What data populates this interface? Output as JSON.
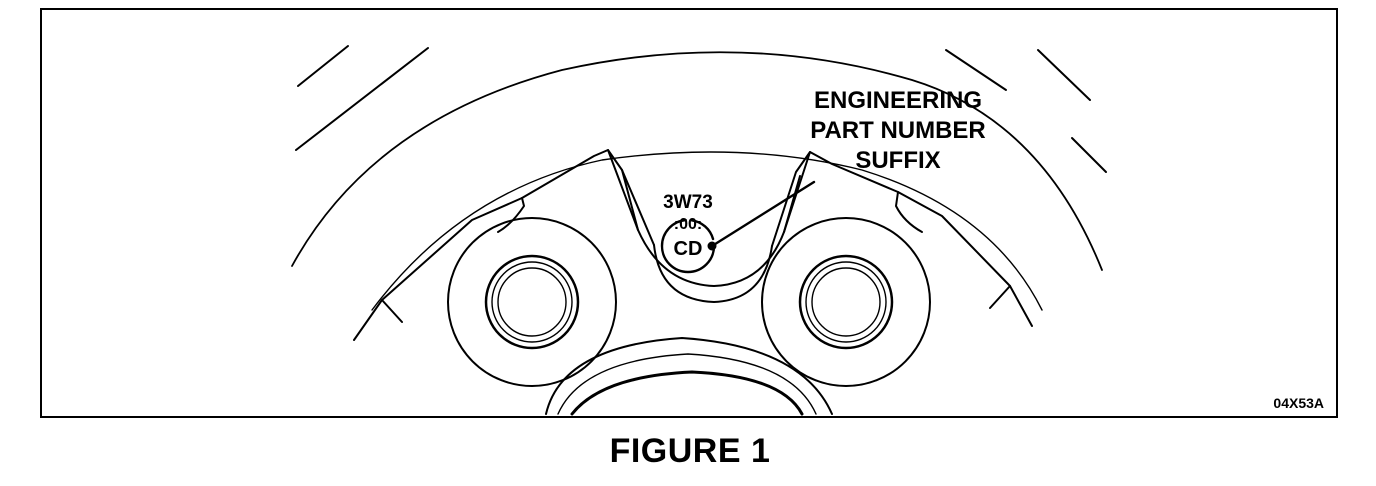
{
  "callout": {
    "line1": "ENGINEERING",
    "line2": "PART NUMBER",
    "line3": "SUFFIX"
  },
  "stamp": {
    "code_top": "3W73",
    "code_mid": ":00:",
    "code_suffix": "CD"
  },
  "figure_id": "04X53A",
  "caption": "FIGURE 1"
}
